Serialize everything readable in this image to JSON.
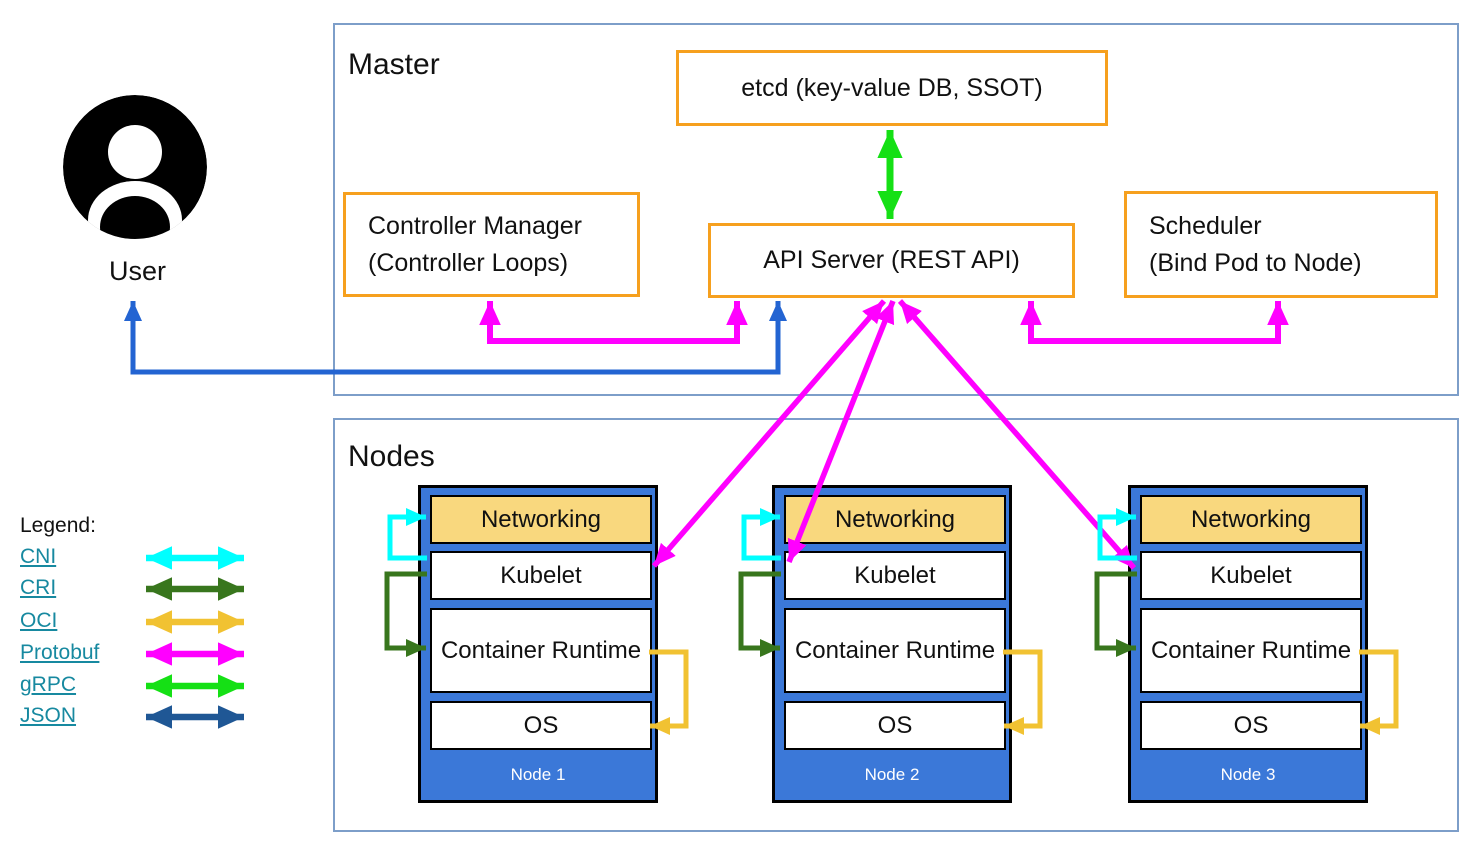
{
  "user": {
    "label": "User"
  },
  "master": {
    "title": "Master",
    "etcd_label": "etcd (key-value DB, SSOT)",
    "controller_manager": {
      "line1": "Controller Manager",
      "line2": "(Controller Loops)"
    },
    "api_server_label": "API Server (REST API)",
    "scheduler": {
      "line1": "Scheduler",
      "line2": "(Bind Pod to Node)"
    }
  },
  "nodes_section": {
    "title": "Nodes",
    "nodes": [
      {
        "label": "Node 1",
        "layers": {
          "networking": "Networking",
          "kubelet": "Kubelet",
          "runtime": "Container Runtime",
          "os": "OS"
        }
      },
      {
        "label": "Node 2",
        "layers": {
          "networking": "Networking",
          "kubelet": "Kubelet",
          "runtime": "Container Runtime",
          "os": "OS"
        }
      },
      {
        "label": "Node 3",
        "layers": {
          "networking": "Networking",
          "kubelet": "Kubelet",
          "runtime": "Container Runtime",
          "os": "OS"
        }
      }
    ]
  },
  "legend": {
    "title": "Legend:",
    "items": [
      {
        "label": "CNI",
        "color": "#00FFFF"
      },
      {
        "label": "CRI",
        "color": "#38761D"
      },
      {
        "label": "OCI",
        "color": "#F1C232"
      },
      {
        "label": "Protobuf",
        "color": "#FF00FF"
      },
      {
        "label": "gRPC",
        "color": "#15E015"
      },
      {
        "label": "JSON",
        "color": "#1F5795"
      }
    ]
  },
  "colors": {
    "cni": "#00FFFF",
    "cri": "#38761D",
    "oci": "#F1C232",
    "protobuf": "#FF00FF",
    "grpc": "#15E015",
    "json_legend": "#1F5795",
    "json_user_line": "#2364D2",
    "orange_box_border": "#F6A01E",
    "section_border": "#7D9EC9",
    "node_fill": "#3B78D8",
    "networking_fill": "#F9D87E",
    "legend_link": "#1789A0"
  }
}
